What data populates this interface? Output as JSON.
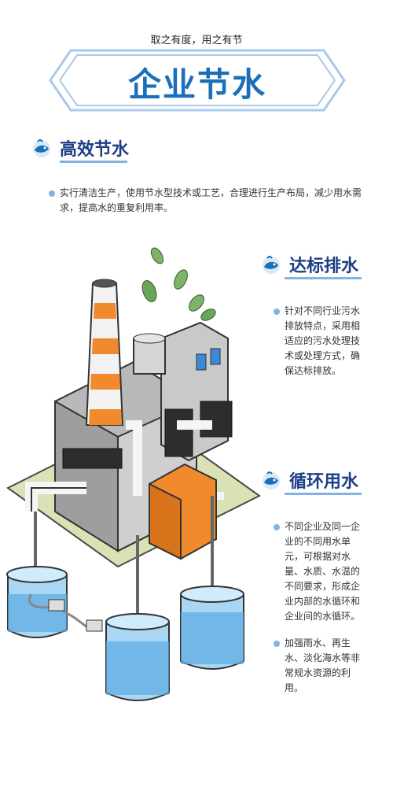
{
  "header": {
    "tagline": "取之有度，用之有节",
    "title": "企业节水"
  },
  "sections": [
    {
      "title": "高效节水",
      "icon": "fish-water-icon",
      "bullets": [
        "实行清洁生产，使用节水型技术或工艺，合理进行生产布局，减少用水需求，提高水的重复利用率。"
      ]
    },
    {
      "title": "达标排水",
      "icon": "fish-water-icon",
      "bullets": [
        "针对不同行业污水排放特点，采用相适应的污水处理技术或处理方式，确保达标排放。"
      ]
    },
    {
      "title": "循环用水",
      "icon": "fish-water-icon",
      "bullets": [
        "不同企业及同一企业的不同用水单元，可根据对水量、水质、水温的不同要求，形成企业内部的水循环和企业间的水循环。",
        "加强雨水、再生水、淡化海水等非常规水资源的利用。"
      ]
    }
  ],
  "colors": {
    "title_blue": "#1b6fb8",
    "heading_navy": "#1d3f86",
    "accent_light_blue": "#7fb3e3",
    "water_blue": "#8ec5ec",
    "chimney_orange": "#f08a2c"
  }
}
